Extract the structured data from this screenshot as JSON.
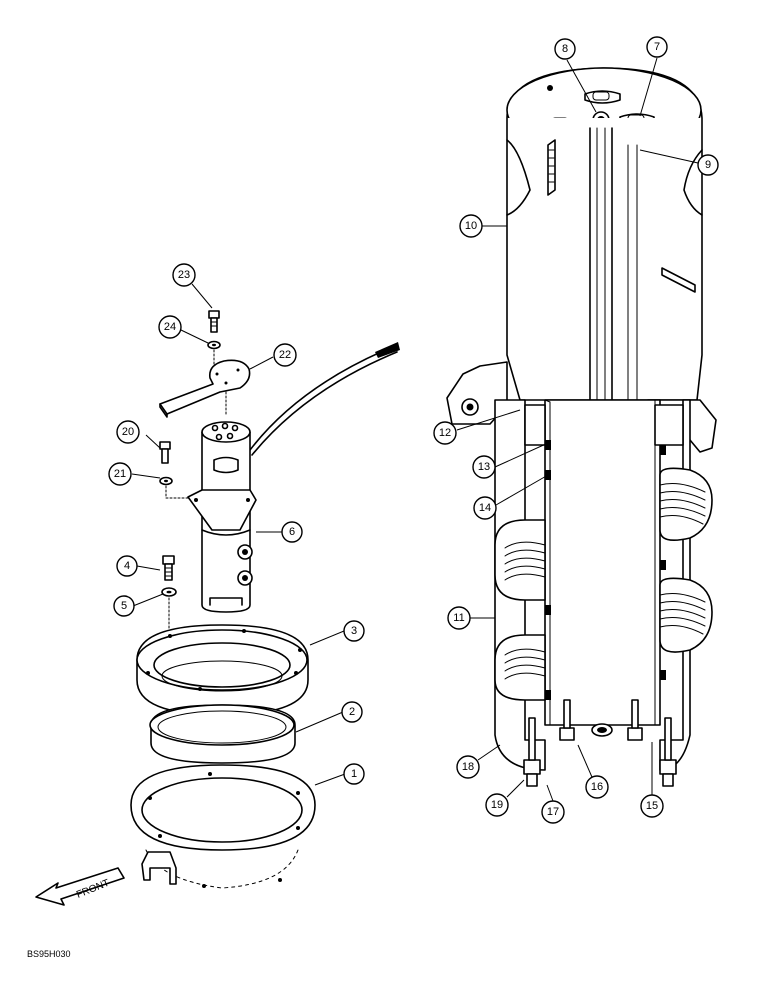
{
  "drawing": {
    "reference_code": "BS95H030",
    "front_label": "FRONT"
  },
  "callouts": [
    {
      "id": "1",
      "label": "1"
    },
    {
      "id": "2",
      "label": "2"
    },
    {
      "id": "3",
      "label": "3"
    },
    {
      "id": "4",
      "label": "4"
    },
    {
      "id": "5",
      "label": "5"
    },
    {
      "id": "6",
      "label": "6"
    },
    {
      "id": "7",
      "label": "7"
    },
    {
      "id": "8",
      "label": "8"
    },
    {
      "id": "9",
      "label": "9"
    },
    {
      "id": "10",
      "label": "10"
    },
    {
      "id": "11",
      "label": "11"
    },
    {
      "id": "12",
      "label": "12"
    },
    {
      "id": "13",
      "label": "13"
    },
    {
      "id": "14",
      "label": "14"
    },
    {
      "id": "15",
      "label": "15"
    },
    {
      "id": "16",
      "label": "16"
    },
    {
      "id": "17",
      "label": "17"
    },
    {
      "id": "18",
      "label": "18"
    },
    {
      "id": "19",
      "label": "19"
    },
    {
      "id": "20",
      "label": "20"
    },
    {
      "id": "21",
      "label": "21"
    },
    {
      "id": "22",
      "label": "22"
    },
    {
      "id": "23",
      "label": "23"
    },
    {
      "id": "24",
      "label": "24"
    }
  ]
}
